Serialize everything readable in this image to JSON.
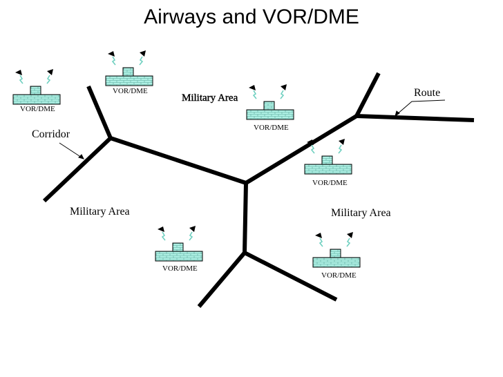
{
  "title": "Airways and VOR/DME",
  "labels": {
    "corridor": "Corridor",
    "route": "Route",
    "military_area_1": "Military Area",
    "military_area_2": "Military Area",
    "military_area_3": "Military Area"
  },
  "stations": [
    {
      "label": "VOR/DME"
    },
    {
      "label": "VOR/DME"
    },
    {
      "label": "VOR/DME"
    },
    {
      "label": "VOR/DME"
    },
    {
      "label": "VOR/DME"
    },
    {
      "label": "VOR/DME"
    }
  ],
  "colors": {
    "station_fill": "#aef0e4",
    "line": "#000000",
    "signal": "#6fd0c0"
  }
}
